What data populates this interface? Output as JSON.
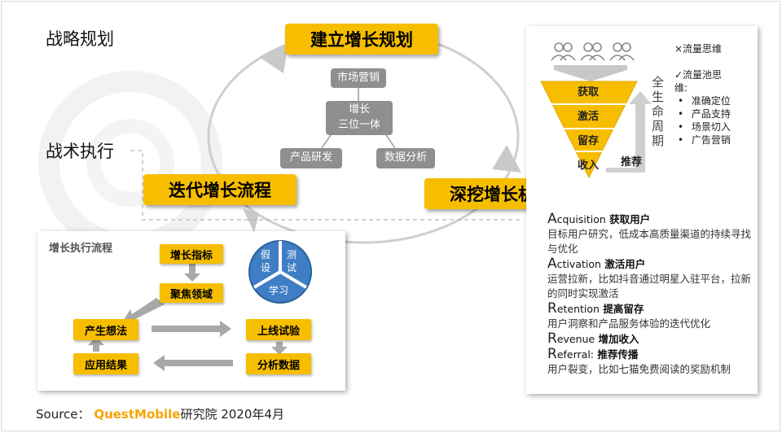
{
  "stages": {
    "strategy": "战略规划",
    "tactics": "战术执行"
  },
  "core": {
    "build": "建立增长规划",
    "dig": "深挖增长机会",
    "iterate": "迭代增长流程"
  },
  "hub": {
    "marketing": "市场营销",
    "center_line1": "增长",
    "center_line2": "三位一体",
    "product": "产品研发",
    "data": "数据分析"
  },
  "funnel": {
    "acquire": "获取",
    "activate": "激活",
    "retain": "留存",
    "revenue": "收入",
    "refer": "推荐",
    "lifecycle": [
      "全",
      "生",
      "命",
      "周",
      "期"
    ],
    "flow_thinking": "×流量思维",
    "pool_thinking_line1": "✓流量池思",
    "pool_thinking_line2": "维:",
    "bullets": [
      "准确定位",
      "产品支持",
      "场景切入",
      "广告营销"
    ]
  },
  "aarrr": [
    {
      "cap": "A",
      "rest": "cquisition",
      "cn": "获取用户",
      "body": "目标用户研究，低成本高质量渠道的持续寻找与优化"
    },
    {
      "cap": "A",
      "rest": "ctivation",
      "cn": "激活用户",
      "body": "运营拉新，比如抖音通过明星入驻平台，拉新的同时实现激活"
    },
    {
      "cap": "R",
      "rest": "etention",
      "cn": "提高留存",
      "body": "用户洞察和产品服务体验的迭代优化"
    },
    {
      "cap": "R",
      "rest": "evenue",
      "cn": "增加收入",
      "body": ""
    },
    {
      "cap": "R",
      "rest": "eferral:",
      "cn": "推荐传播",
      "body": "用户裂变，比如七猫免费阅读的奖励机制"
    }
  ],
  "process": {
    "title": "增长执行流程",
    "metric": "增长指标",
    "focus": "聚焦领域",
    "idea": "产生想法",
    "launch": "上线试验",
    "apply": "应用结果",
    "analyze": "分析数据",
    "cycle_hypo": [
      "假",
      "设"
    ],
    "cycle_test": [
      "测",
      "试"
    ],
    "cycle_learn": "学习"
  },
  "source": {
    "label": "Source：",
    "brand": "QuestMobile",
    "rest": "研究院 2020年4月"
  },
  "colors": {
    "accent": "#f7be00",
    "gray_box": "#8f8f8f",
    "brand": "#f5a400",
    "cycle_blue": "#3f7ec4"
  }
}
